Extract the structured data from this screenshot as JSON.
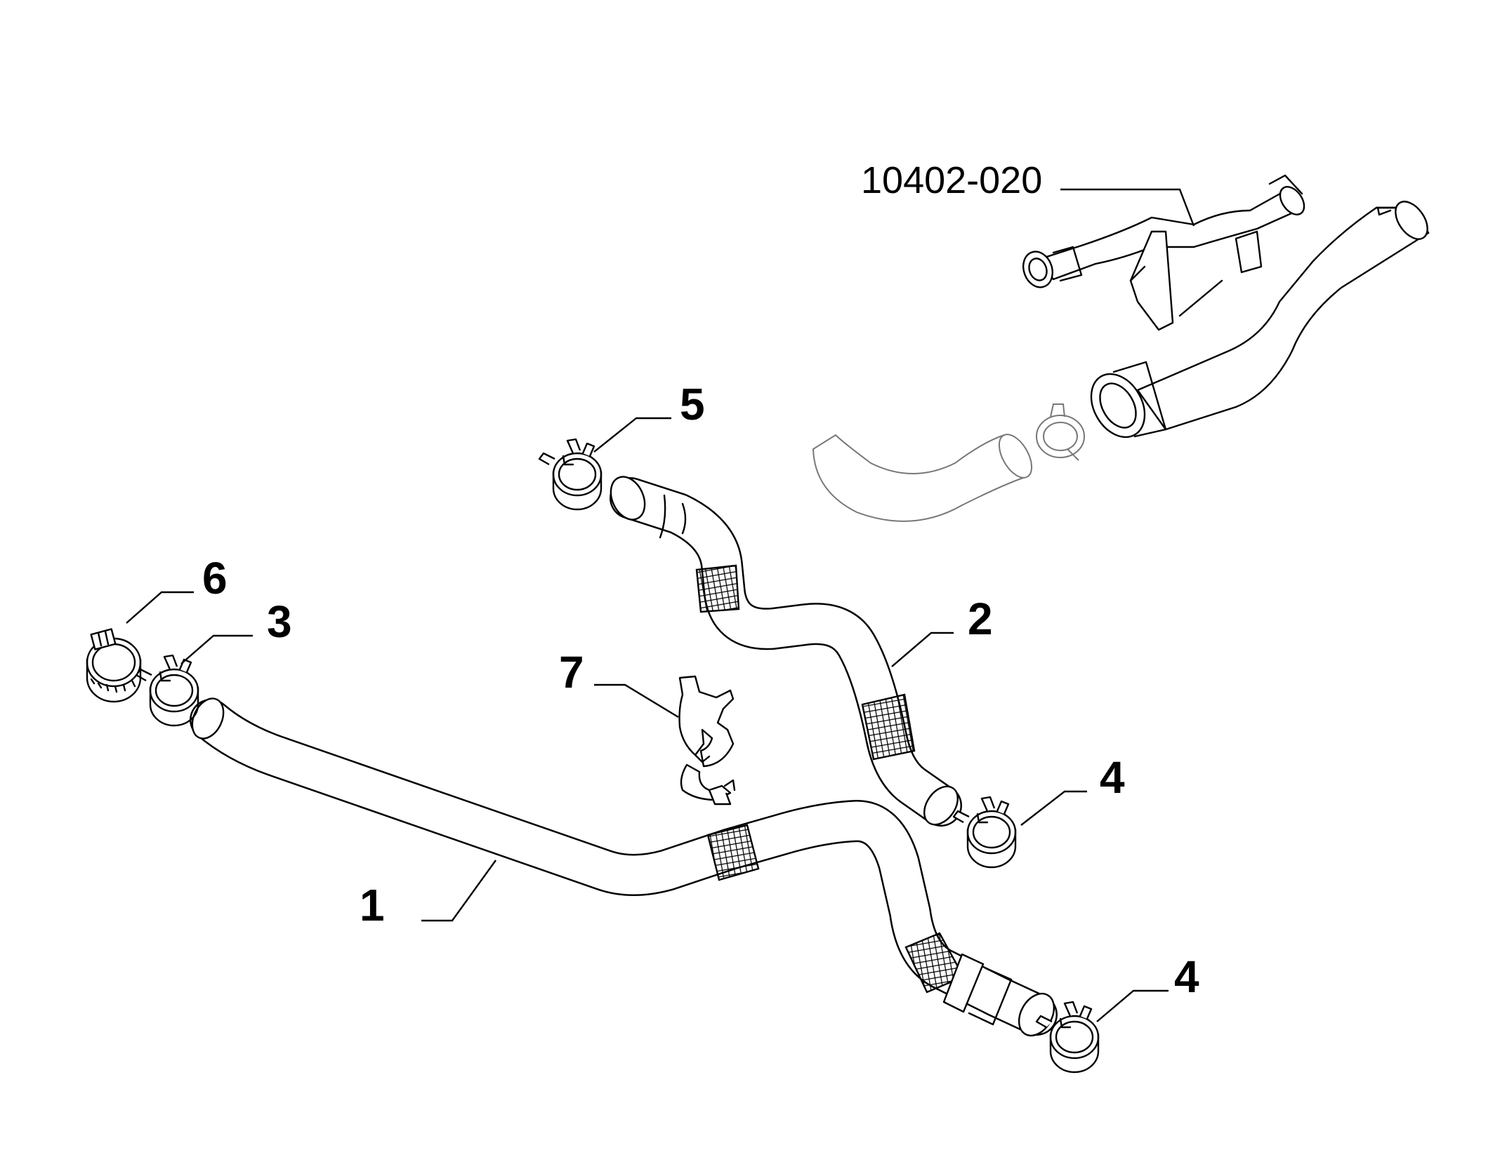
{
  "diagram": {
    "callouts": [
      {
        "id": "label-1",
        "text": "1"
      },
      {
        "id": "label-2",
        "text": "2"
      },
      {
        "id": "label-3",
        "text": "3"
      },
      {
        "id": "label-4a",
        "text": "4"
      },
      {
        "id": "label-4b",
        "text": "4"
      },
      {
        "id": "label-5",
        "text": "5"
      },
      {
        "id": "label-6",
        "text": "6"
      },
      {
        "id": "label-7",
        "text": "7"
      }
    ],
    "reference": {
      "text": "10402-020"
    }
  }
}
